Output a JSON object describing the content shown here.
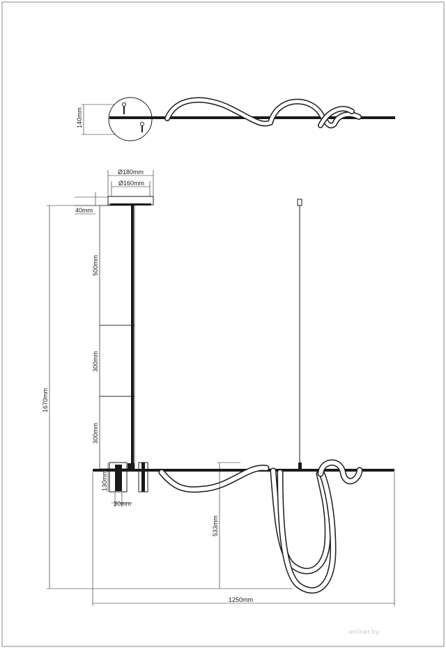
{
  "diagram": {
    "top_view": {
      "height_label": "140mm"
    },
    "front_view": {
      "canopy_outer_label": "Ø180mm",
      "canopy_inner_label": "Ø160mm",
      "canopy_height_label": "40mm",
      "rod_segment_1_label": "500mm",
      "rod_segment_2_label": "300mm",
      "rod_segment_3_label": "300mm",
      "total_height_label": "1670mm",
      "bar_height_label": "130mm",
      "bar_width_label": "30mm",
      "drop_label": "533mm",
      "length_label": "1250mm"
    }
  },
  "watermark": {
    "text": "onliner.by"
  },
  "colors": {
    "line": "#1a1a1a",
    "border": "#888888",
    "led": "#ffffff"
  }
}
